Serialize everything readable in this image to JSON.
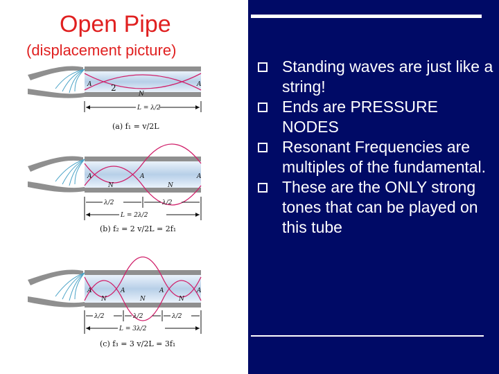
{
  "left": {
    "title": "Open Pipe",
    "subtitle": "(displacement picture)",
    "diagrams": [
      {
        "caption": "(a) f₁ = v/2L",
        "length": "L = λ/2",
        "harmonic": "2",
        "node_label": "N",
        "antinode_label": "A"
      },
      {
        "caption": "(b) f₂ = 2 v/2L = 2f₁",
        "segments": [
          "λ/2",
          "λ/2"
        ],
        "length": "L = 2λ/2",
        "node_label": "N",
        "antinode_label": "A"
      },
      {
        "caption": "(c) f₃ = 3 v/2L = 3f₁",
        "segments": [
          "λ/2",
          "λ/2",
          "λ/2"
        ],
        "length": "L = 3λ/2",
        "node_label": "N",
        "antinode_label": "A"
      }
    ]
  },
  "right": {
    "bullets": [
      "Standing waves are just like a string!",
      "Ends are PRESSURE NODES",
      "Resonant Frequencies are multiples of the fundamental.",
      "These are the ONLY strong tones that can be played on this tube"
    ]
  },
  "colors": {
    "background": "#ffffff",
    "panel": "#000a66",
    "title": "#e02020",
    "bullet_text": "#ffffff",
    "tube_fill": "#cfe0f2",
    "wave": "#d0206a",
    "pipe_wall": "#8f8f8f",
    "air_jet": "#4aa3c7"
  }
}
